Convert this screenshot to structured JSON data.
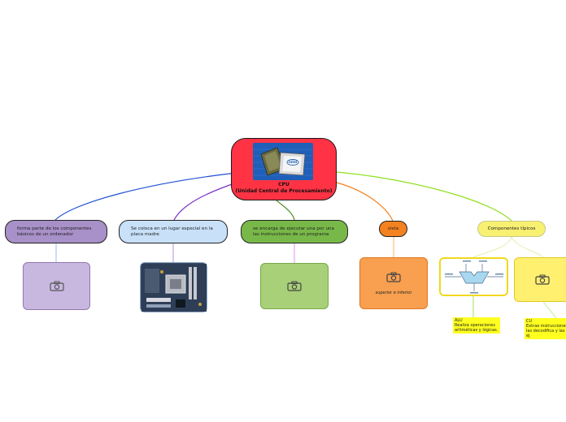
{
  "central": {
    "title_line1": "CPU",
    "title_line2": "(Unidad Central de Procesamiento)",
    "chip_label": "intel"
  },
  "topics": [
    {
      "text": "forma parte de los componentes básicos de un ordenador"
    },
    {
      "text": "Se coloca en un lugar especial en la placa madre"
    },
    {
      "text": "se encarga de ejecutar una por una las instrucciones de un programa"
    },
    {
      "text": "vista"
    },
    {
      "text": "Componentes típicos"
    }
  ],
  "cards": {
    "vista_caption": "superior e inferior"
  },
  "subtopics": [
    {
      "text": "ALU\nRealiza operaciones\naritméticas y lógicas."
    },
    {
      "text": "CU\nExtrae instrucciones\nlas decodifica y las ej"
    }
  ],
  "colors": {
    "central": "#ff3344",
    "topic1": "#a890c8",
    "topic2": "#c8e0f8",
    "topic3": "#78b848",
    "topic4": "#f58220",
    "topic5": "#f8f070",
    "subtopic": "#ffff20"
  }
}
